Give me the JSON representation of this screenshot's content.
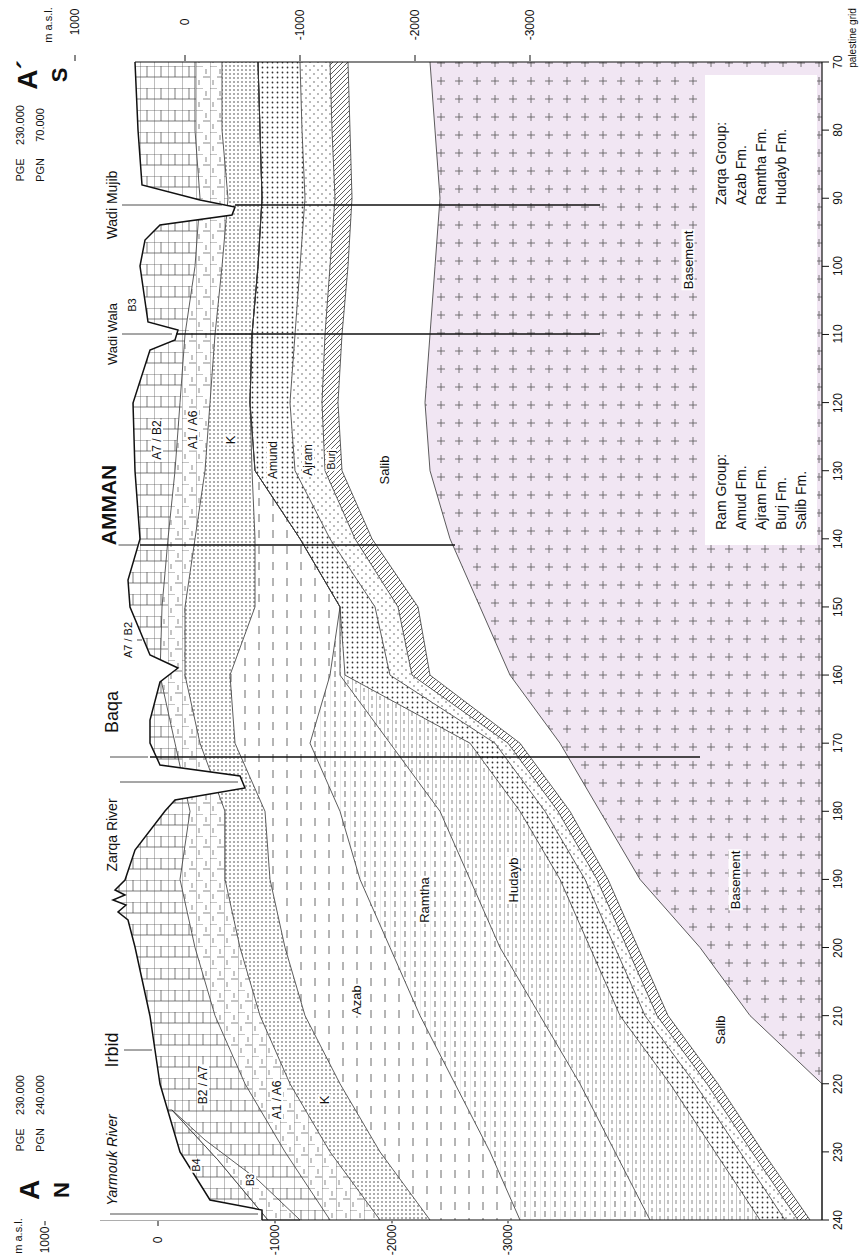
{
  "diagram": {
    "nodes": [
      {
        "text": [
          "Ram Group:",
          "Amud Fm.",
          "Ajram Fm.",
          "Burj Fm.",
          "Salib Fm.",
          "Zarqa Group:",
          "Azab Fm.",
          "Ramtha Fm.",
          "Hudayb Fm."
        ]
      }
    ],
    "labels": [
      "A´",
      "S",
      "230.000",
      "PGE",
      "70.000",
      "PGN",
      "m a.s.l.",
      "1000",
      "0",
      "-1000",
      "-2000",
      "-3000",
      "palestine grid",
      "Wadi Mujib",
      "Wadi Wala",
      "B3",
      "AMMAN",
      "Baqa",
      "A7 / B2",
      "Zarqa River",
      "Irbid",
      "Yarmouk River",
      "B4",
      "B3",
      "A7 / B2",
      "A1 / A6",
      "K",
      "Amund",
      "Ajram",
      "Burj",
      "Salib",
      "Basement",
      "B2 / A7",
      "A1 / A6",
      "K",
      "Azab",
      "Ramtha",
      "Hudayb",
      "Salib",
      "Basement",
      "70",
      "80",
      "90",
      "100",
      "110",
      "120",
      "130",
      "140",
      "150",
      "160",
      "170",
      "180",
      "190",
      "200",
      "210",
      "220",
      "230",
      "240",
      "m a.s.l.",
      "1000",
      "0",
      "-1000",
      "-2000",
      "-3000",
      "A",
      "N",
      "230.000",
      "PGE",
      "240.000",
      "PGN"
    ]
  }
}
